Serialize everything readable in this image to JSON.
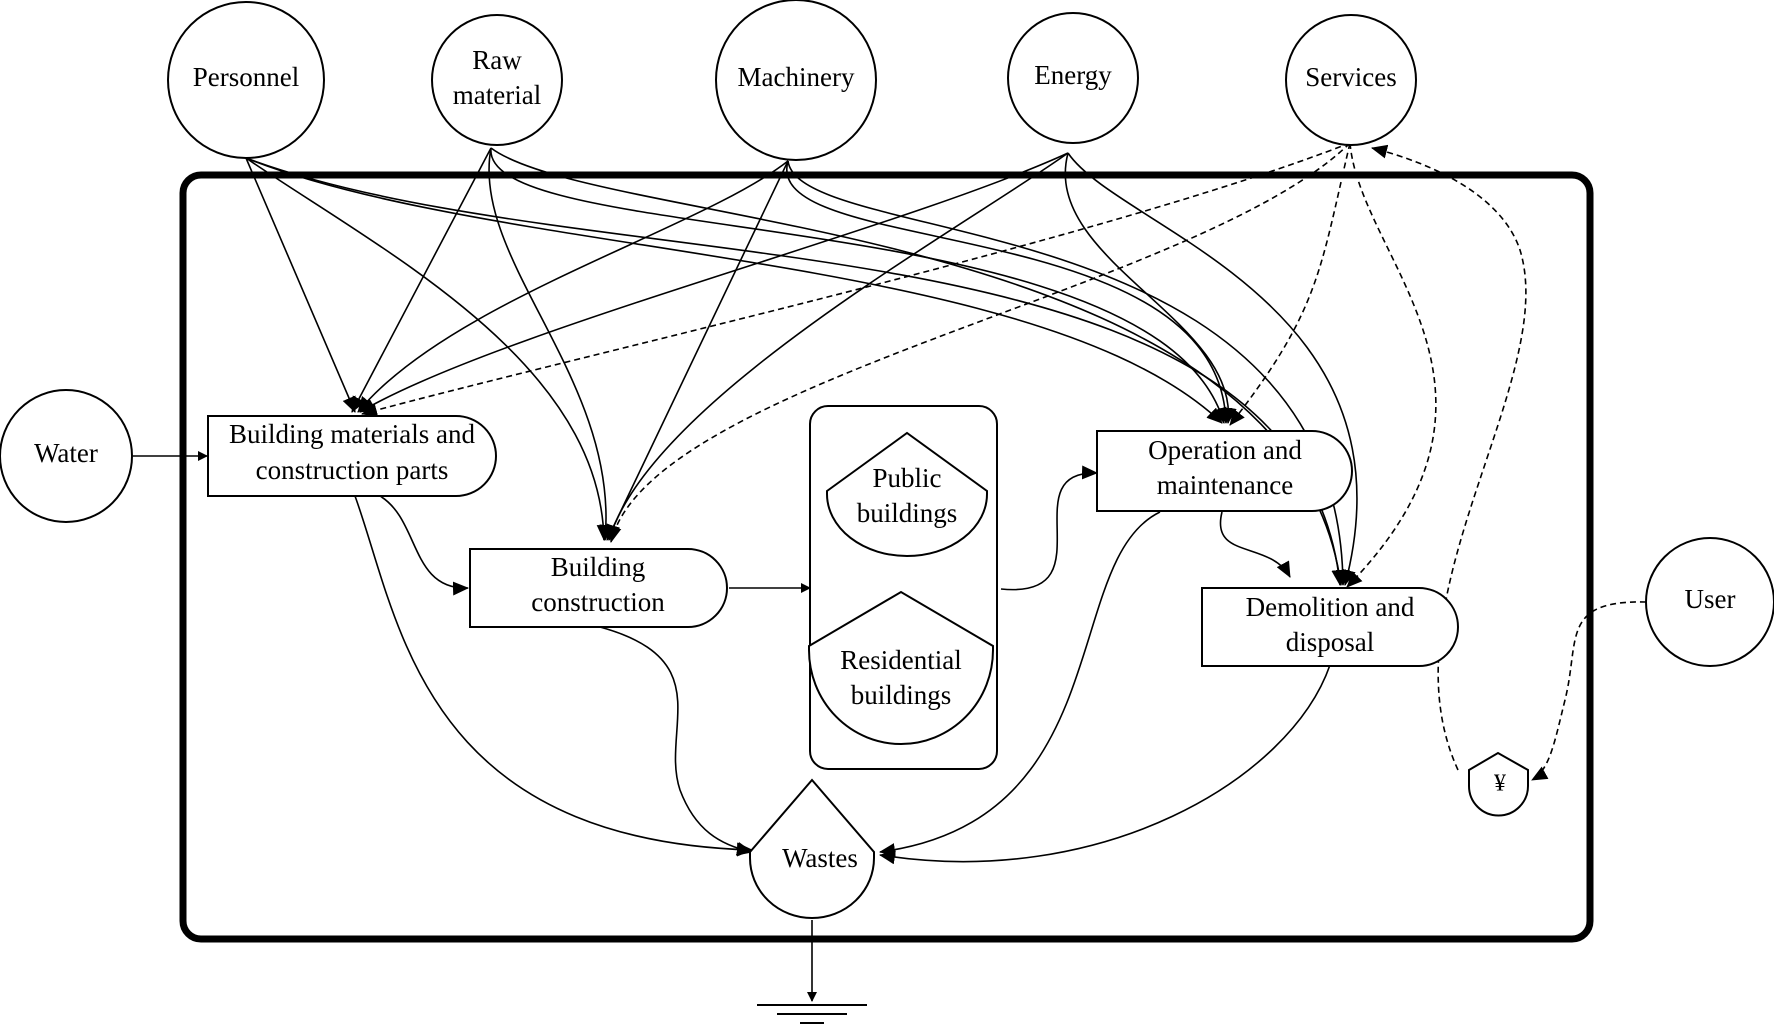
{
  "sources": {
    "personnel": "Personnel",
    "raw_material": [
      "Raw",
      "material"
    ],
    "machinery": "Machinery",
    "energy": "Energy",
    "services": "Services",
    "water": "Water",
    "user": "User"
  },
  "processes": {
    "building_materials": [
      "Building materials and",
      "construction parts"
    ],
    "building_construction": [
      "Building",
      "construction"
    ],
    "operation_maintenance": [
      "Operation and",
      "maintenance"
    ],
    "demolition_disposal": [
      "Demolition and",
      "disposal"
    ]
  },
  "storages": {
    "public_buildings": [
      "Public",
      "buildings"
    ],
    "residential_buildings": [
      "Residential",
      "buildings"
    ],
    "wastes": "Wastes",
    "money": "¥"
  }
}
